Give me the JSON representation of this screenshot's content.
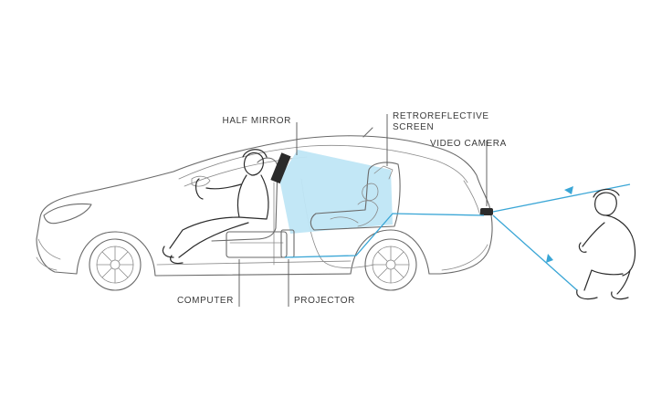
{
  "labels": {
    "half_mirror": "HALF MIRROR",
    "retro_line1": "RETROREFLECTIVE",
    "retro_line2": "SCREEN",
    "video_camera": "VIDEO CAMERA",
    "computer": "COMPUTER",
    "projector": "PROJECTOR"
  },
  "colors": {
    "ray": "#3aa6d6",
    "projection_beam": "#bfe6f6",
    "outline": "#6a6a6a"
  }
}
